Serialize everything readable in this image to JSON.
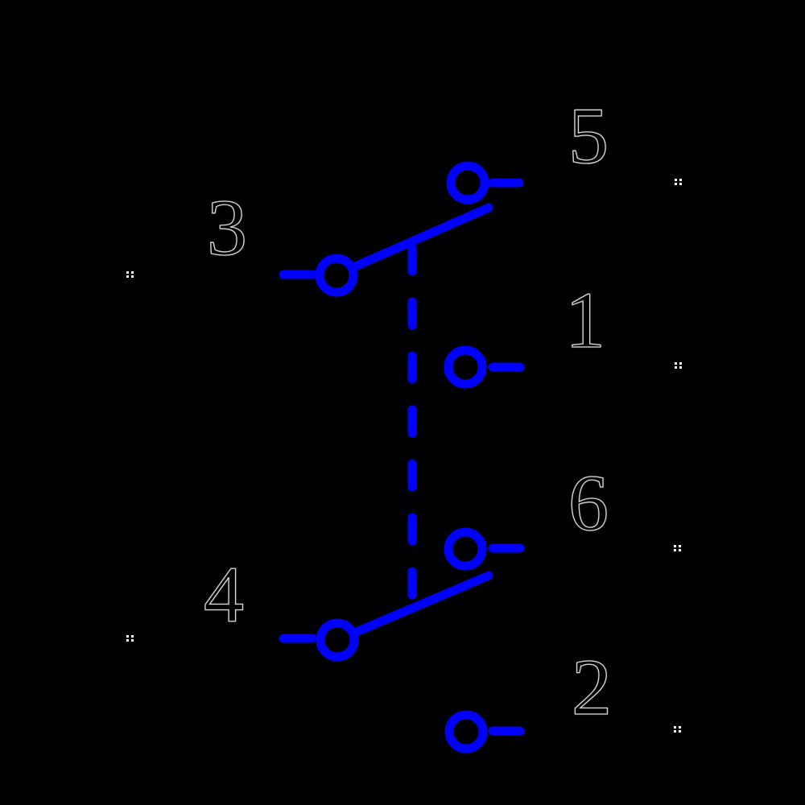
{
  "diagram": {
    "kind": "dpdt-switch-schematic",
    "colors": {
      "wire": "#0000ff",
      "background": "#000000",
      "label_fill": "#000000",
      "label_outline": "#d8d8d8",
      "pin_marker": "#ffffff"
    },
    "terminals": [
      {
        "label": "5"
      },
      {
        "label": "3"
      },
      {
        "label": "1"
      },
      {
        "label": "6"
      },
      {
        "label": "4"
      },
      {
        "label": "2"
      }
    ]
  }
}
